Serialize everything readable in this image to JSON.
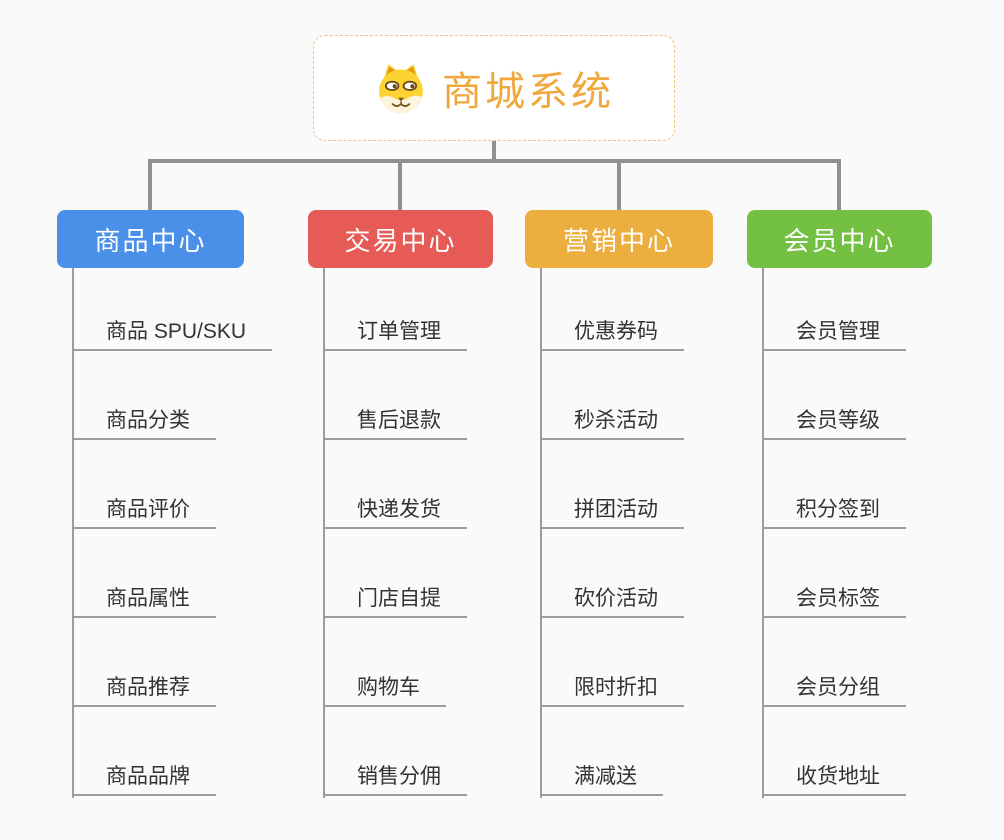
{
  "root": {
    "title": "商城系统",
    "icon": "shiba-dog-icon"
  },
  "branches": [
    {
      "label": "商品中心",
      "color": "#4a90e8",
      "items": [
        "商品 SPU/SKU",
        "商品分类",
        "商品评价",
        "商品属性",
        "商品推荐",
        "商品品牌"
      ]
    },
    {
      "label": "交易中心",
      "color": "#e65b56",
      "items": [
        "订单管理",
        "售后退款",
        "快递发货",
        "门店自提",
        "购物车",
        "销售分佣"
      ]
    },
    {
      "label": "营销中心",
      "color": "#ecae3e",
      "items": [
        "优惠券码",
        "秒杀活动",
        "拼团活动",
        "砍价活动",
        "限时折扣",
        "满减送"
      ]
    },
    {
      "label": "会员中心",
      "color": "#74c043",
      "items": [
        "会员管理",
        "会员等级",
        "积分签到",
        "会员标签",
        "会员分组",
        "收货地址"
      ]
    }
  ],
  "colors": {
    "background": "#fafafa",
    "root_border": "#f2c379",
    "root_title": "#f0a83c",
    "connector_line": "#919191",
    "leaf_line": "#9c9c9c",
    "leaf_text": "#333333",
    "header_text": "#ffffff"
  }
}
